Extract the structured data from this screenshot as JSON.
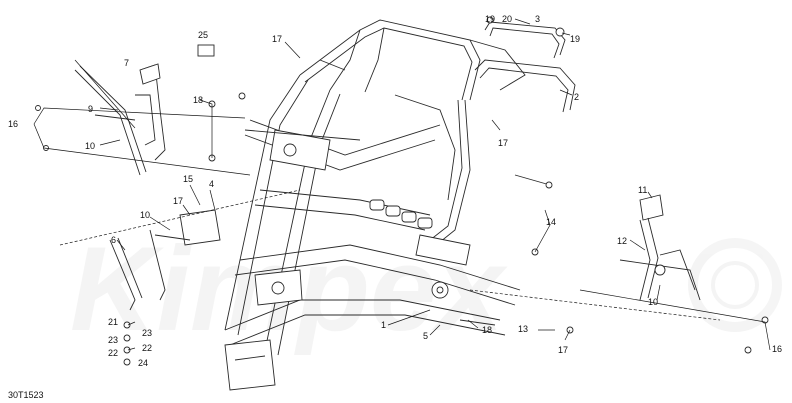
{
  "diagram": {
    "figure_id": "30T1523",
    "watermark_text": "Kimpex",
    "callouts": [
      {
        "id": "c25",
        "label": "25"
      },
      {
        "id": "c7",
        "label": "7"
      },
      {
        "id": "c17a",
        "label": "17"
      },
      {
        "id": "c20",
        "label": "20"
      },
      {
        "id": "c3",
        "label": "3"
      },
      {
        "id": "c19a",
        "label": "19"
      },
      {
        "id": "c19b",
        "label": "19"
      },
      {
        "id": "c2",
        "label": "2"
      },
      {
        "id": "c16a",
        "label": "16"
      },
      {
        "id": "c9",
        "label": "9"
      },
      {
        "id": "c10a",
        "label": "10"
      },
      {
        "id": "c18a",
        "label": "18"
      },
      {
        "id": "c17b",
        "label": "17"
      },
      {
        "id": "c15",
        "label": "15"
      },
      {
        "id": "c4",
        "label": "4"
      },
      {
        "id": "c17c",
        "label": "17"
      },
      {
        "id": "c10b",
        "label": "10"
      },
      {
        "id": "c6",
        "label": "6"
      },
      {
        "id": "c14",
        "label": "14"
      },
      {
        "id": "c11",
        "label": "11"
      },
      {
        "id": "c12",
        "label": "12"
      },
      {
        "id": "c10c",
        "label": "10"
      },
      {
        "id": "c1",
        "label": "1"
      },
      {
        "id": "c5",
        "label": "5"
      },
      {
        "id": "c18b",
        "label": "18"
      },
      {
        "id": "c13",
        "label": "13"
      },
      {
        "id": "c17d",
        "label": "17"
      },
      {
        "id": "c16b",
        "label": "16"
      },
      {
        "id": "c21",
        "label": "21"
      },
      {
        "id": "c23",
        "label": "23"
      },
      {
        "id": "c22",
        "label": "22"
      },
      {
        "id": "c24",
        "label": "24"
      },
      {
        "id": "c23b",
        "label": "23"
      },
      {
        "id": "c22b",
        "label": "22"
      }
    ]
  }
}
